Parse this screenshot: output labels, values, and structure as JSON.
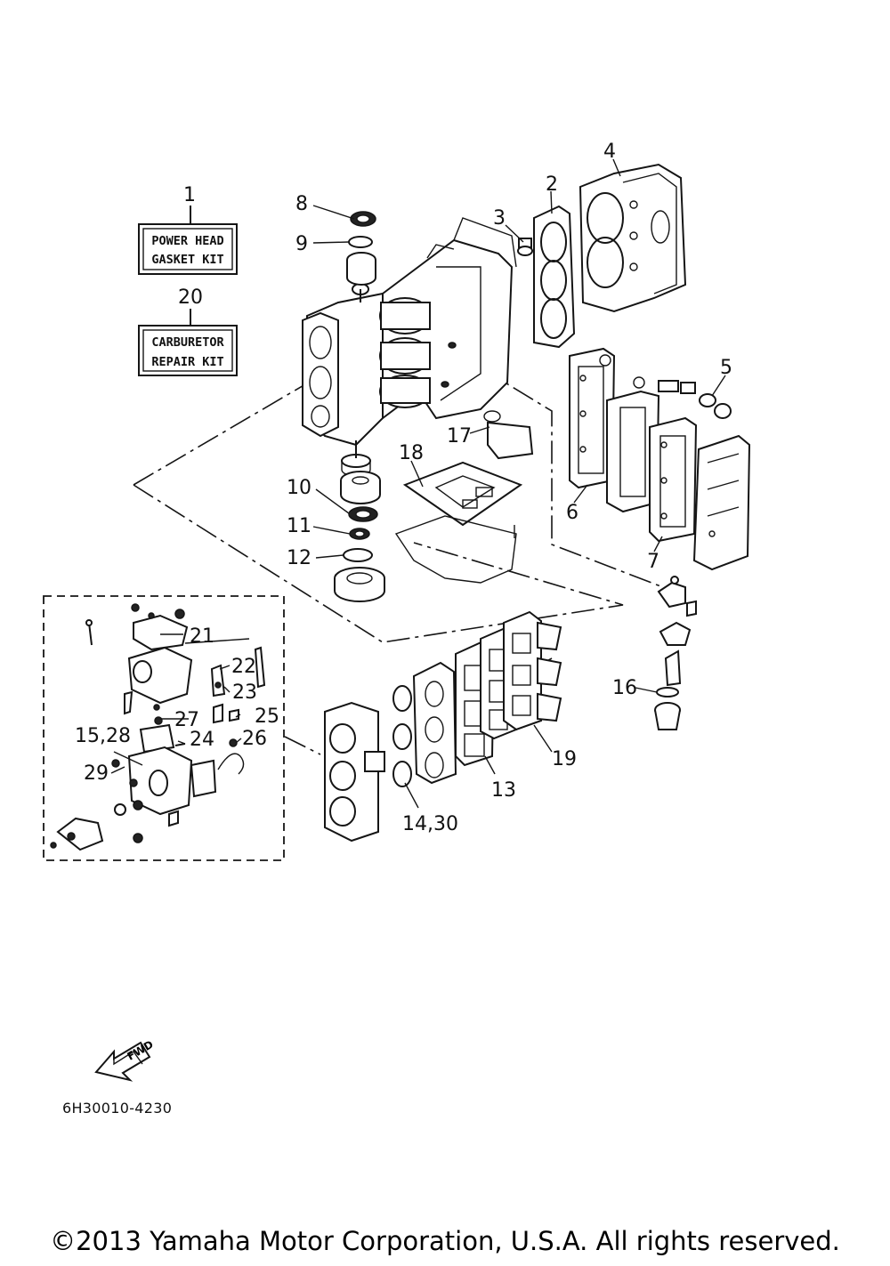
{
  "kits": [
    {
      "number": "1",
      "line1": "POWER HEAD",
      "line2": "GASKET KIT"
    },
    {
      "number": "20",
      "line1": "CARBURETOR",
      "line2": "REPAIR KIT"
    }
  ],
  "callouts": {
    "c2": "2",
    "c3": "3",
    "c4": "4",
    "c5": "5",
    "c6": "6",
    "c7": "7",
    "c8": "8",
    "c9": "9",
    "c10": "10",
    "c11": "11",
    "c12": "12",
    "c13": "13",
    "c14_30": "14,30",
    "c15_28": "15,28",
    "c16": "16",
    "c17": "17",
    "c18": "18",
    "c19": "19",
    "c21": "21",
    "c22": "22",
    "c23": "23",
    "c24": "24",
    "c25": "25",
    "c26": "26",
    "c27": "27",
    "c29": "29"
  },
  "fwd_label": "FWD",
  "diagram_code": "6H30010-4230",
  "copyright": "©2013 Yamaha Motor Corporation, U.S.A. All rights reserved."
}
